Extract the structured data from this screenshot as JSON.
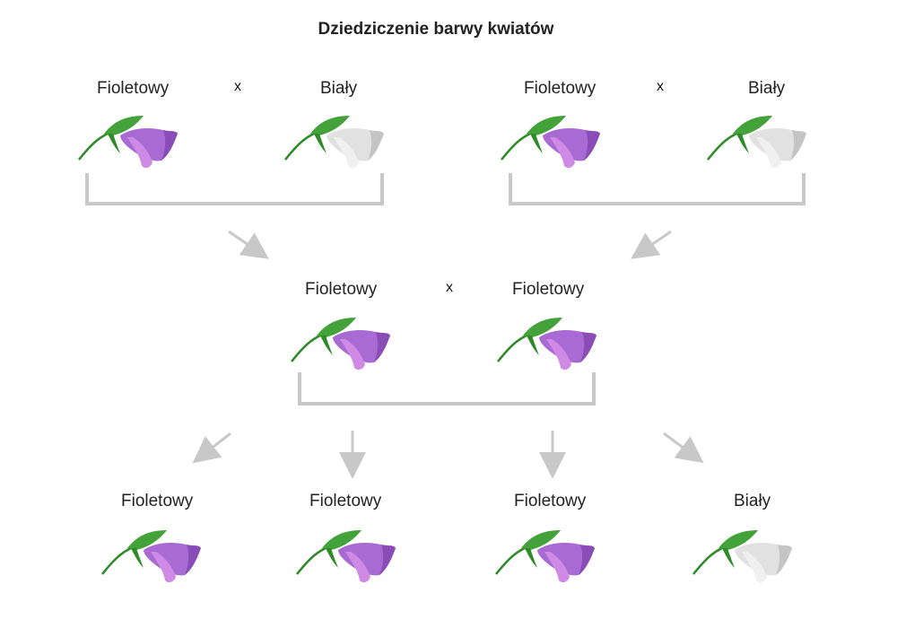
{
  "title": "Dziedziczenie barwy kwiatów",
  "cross_symbol": "x",
  "colors": {
    "purple": "#a86ad3",
    "purple_light": "#cf8ae6",
    "purple_dark": "#8a4db8",
    "white": "#e1e1e1",
    "white_light": "#f0f0f0",
    "white_dark": "#c4c4c4",
    "leaf": "#43a33a",
    "leaf_dark": "#2f8a2a",
    "connector": "#c8c8c8"
  },
  "parents_left": {
    "left": {
      "label": "Fioletowy",
      "color": "purple"
    },
    "right": {
      "label": "Biały",
      "color": "white"
    }
  },
  "parents_right": {
    "left": {
      "label": "Fioletowy",
      "color": "purple"
    },
    "right": {
      "label": "Biały",
      "color": "white"
    }
  },
  "f1": {
    "left": {
      "label": "Fioletowy",
      "color": "purple"
    },
    "right": {
      "label": "Fioletowy",
      "color": "purple"
    }
  },
  "f2": [
    {
      "label": "Fioletowy",
      "color": "purple"
    },
    {
      "label": "Fioletowy",
      "color": "purple"
    },
    {
      "label": "Fioletowy",
      "color": "purple"
    },
    {
      "label": "Biały",
      "color": "white"
    }
  ]
}
